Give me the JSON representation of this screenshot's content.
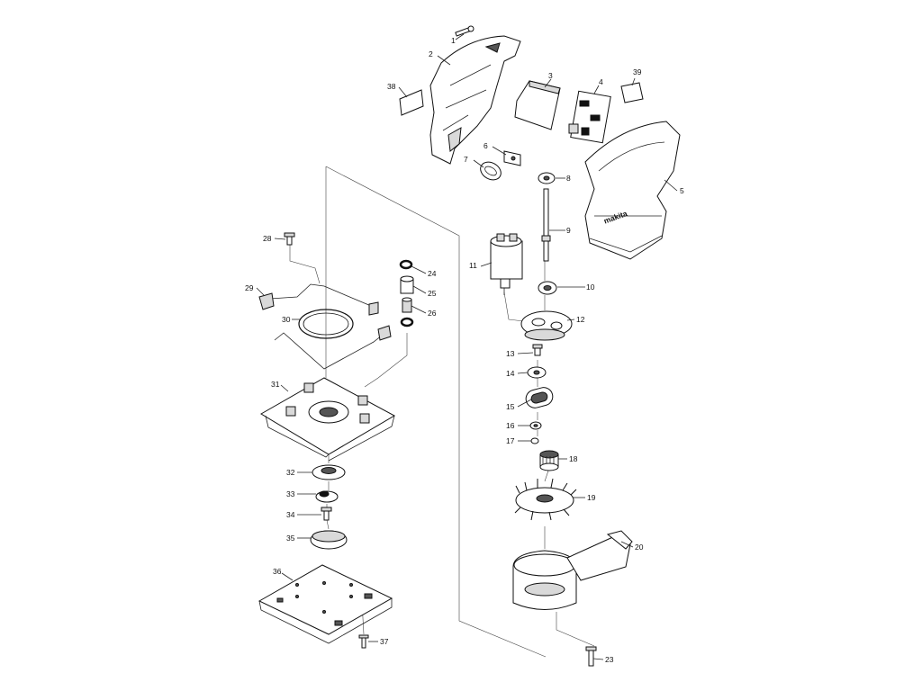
{
  "parts": {
    "p1": "1",
    "p2": "2",
    "p3": "3",
    "p4": "4",
    "p5": "5",
    "p6": "6",
    "p7": "7",
    "p8": "8",
    "p9": "9",
    "p10": "10",
    "p11": "11",
    "p12": "12",
    "p13": "13",
    "p14": "14",
    "p15": "15",
    "p16": "16",
    "p17": "17",
    "p18": "18",
    "p19": "19",
    "p20": "20",
    "p23": "23",
    "p24": "24",
    "p25": "25",
    "p26": "26",
    "p28": "28",
    "p29": "29",
    "p30": "30",
    "p31": "31",
    "p32": "32",
    "p33": "33",
    "p34": "34",
    "p35": "35",
    "p36": "36",
    "p37": "37",
    "p38": "38",
    "p39": "39"
  },
  "housing_logo": "makita"
}
